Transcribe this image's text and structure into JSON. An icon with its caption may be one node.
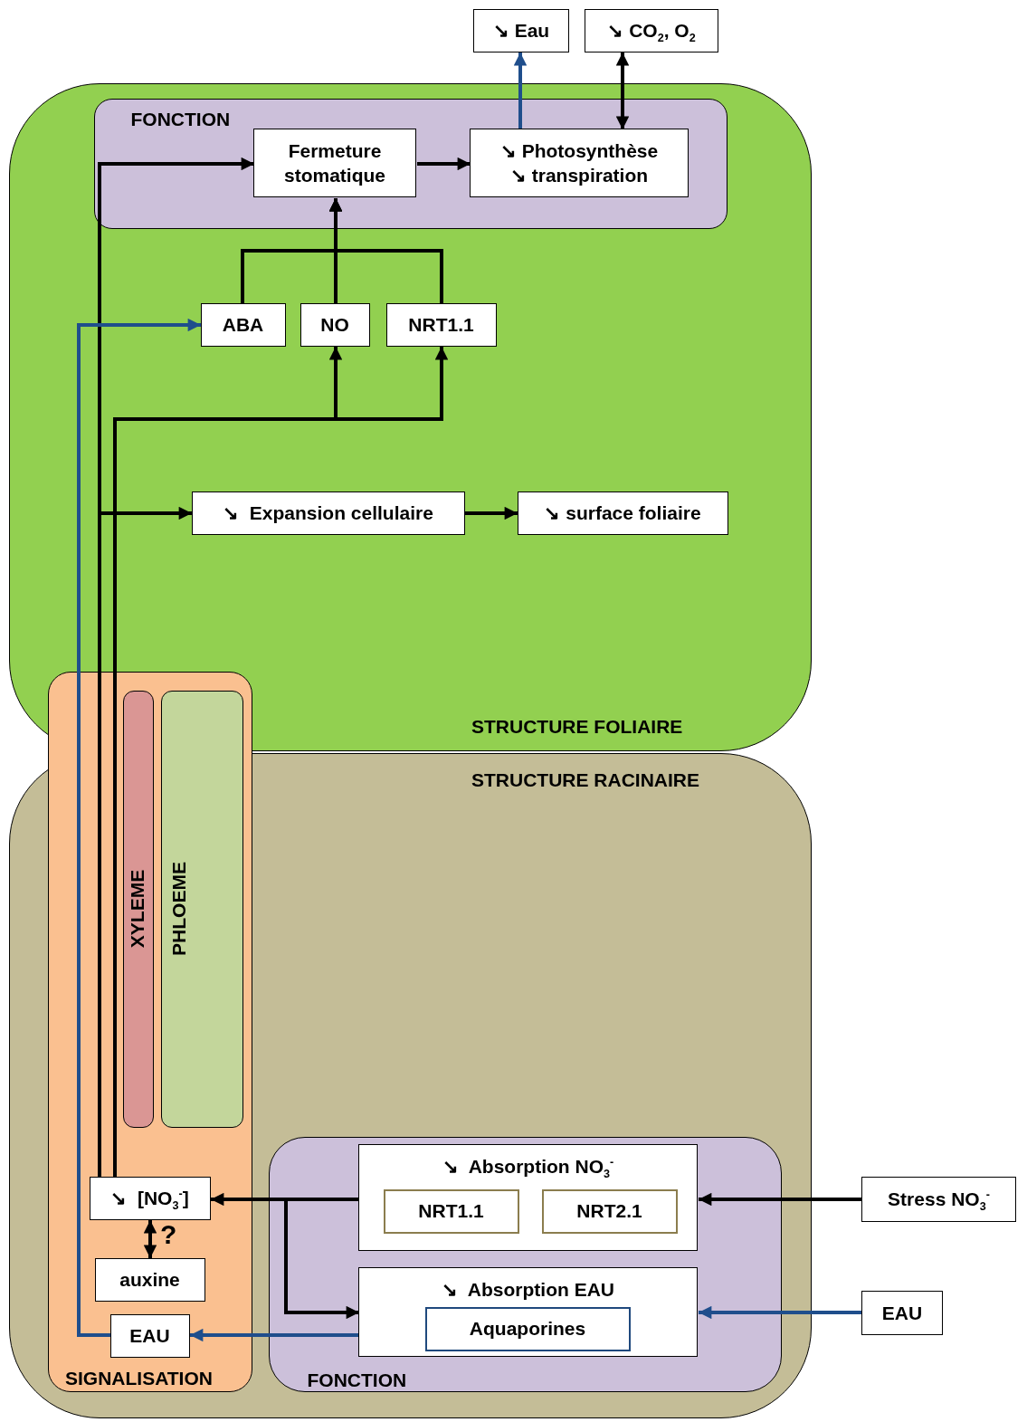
{
  "diagram": {
    "nodes": [
      {
        "text": [
          "STRUCTURE FOLIAIRE"
        ]
      },
      {
        "text": [
          "FONCTION"
        ],
        "in": 0
      },
      {
        "text": [
          "Fermeture stomatique"
        ],
        "in": 1
      },
      {
        "text": [
          "↘ Photosynthèse",
          "↘ transpiration"
        ],
        "in": 1
      },
      {
        "text": [
          "↘ Eau"
        ]
      },
      {
        "text": [
          "↘ CO$_{2}$, O$_{2}$"
        ]
      },
      {
        "text": [
          "ABA"
        ],
        "in": 0
      },
      {
        "text": [
          "NO"
        ],
        "in": 0
      },
      {
        "text": [
          "NRT1.1"
        ],
        "in": 0
      },
      {
        "text": [
          "↘  Expansion cellulaire"
        ],
        "in": 0
      },
      {
        "text": [
          "↘ surface foliaire"
        ],
        "in": 0
      },
      {
        "text": [
          "STRUCTURE RACINAIRE"
        ]
      },
      {
        "text": [
          "SIGNALISATION"
        ]
      },
      {
        "text": [
          "XYLEME"
        ],
        "in": 12
      },
      {
        "text": [
          "PHLOEME"
        ],
        "in": 12
      },
      {
        "text": [
          "↘  [NO$_{3}$$^{-}$]"
        ],
        "in": 12
      },
      {
        "text": [
          "auxine"
        ],
        "in": 12
      },
      {
        "text": [
          "EAU"
        ],
        "in": 12
      },
      {
        "text": [
          "FONCTION"
        ],
        "in": 11
      },
      {
        "text": [
          "↘  Absorption NO$_{3}$$^{-}$"
        ],
        "in": 18
      },
      {
        "text": [
          "NRT1.1"
        ],
        "in": 19
      },
      {
        "text": [
          "NRT2.1"
        ],
        "in": 19
      },
      {
        "text": [
          "↘  Absorption EAU"
        ],
        "in": 18
      },
      {
        "text": [
          "Aquaporines"
        ],
        "in": 22
      },
      {
        "text": [
          "Stress NO$_{3}$$^{-}$"
        ]
      },
      {
        "text": [
          "EAU"
        ]
      }
    ],
    "edges": [
      {
        "from": 2,
        "to": 3,
        "arrow": "to"
      },
      {
        "from": 3,
        "to": 4,
        "arrow": "to",
        "color": "#1f4e8c"
      },
      {
        "from": 3,
        "to": 5,
        "arrow": "both"
      },
      {
        "from": 6,
        "to": 2,
        "arrow": "to"
      },
      {
        "from": 7,
        "to": 2,
        "arrow": "to"
      },
      {
        "from": 8,
        "to": 2,
        "arrow": "to"
      },
      {
        "from": 15,
        "to": 2,
        "arrow": "to"
      },
      {
        "from": 15,
        "to": 7,
        "arrow": "to"
      },
      {
        "from": 15,
        "to": 8,
        "arrow": "to"
      },
      {
        "from": 15,
        "to": 9,
        "arrow": "to"
      },
      {
        "from": 9,
        "to": 10,
        "arrow": "to"
      },
      {
        "from": 17,
        "to": 6,
        "arrow": "to",
        "color": "#1f4e8c"
      },
      {
        "from": 19,
        "to": 15,
        "arrow": "to"
      },
      {
        "from": 19,
        "to": 22,
        "arrow": "to"
      },
      {
        "from": 22,
        "to": 17,
        "arrow": "to",
        "color": "#1f4e8c"
      },
      {
        "from": 24,
        "to": 19,
        "arrow": "to"
      },
      {
        "from": 25,
        "to": 22,
        "arrow": "to",
        "color": "#1f4e8c"
      },
      {
        "from": 15,
        "to": 16,
        "arrow": "both",
        "label": "?"
      }
    ]
  }
}
